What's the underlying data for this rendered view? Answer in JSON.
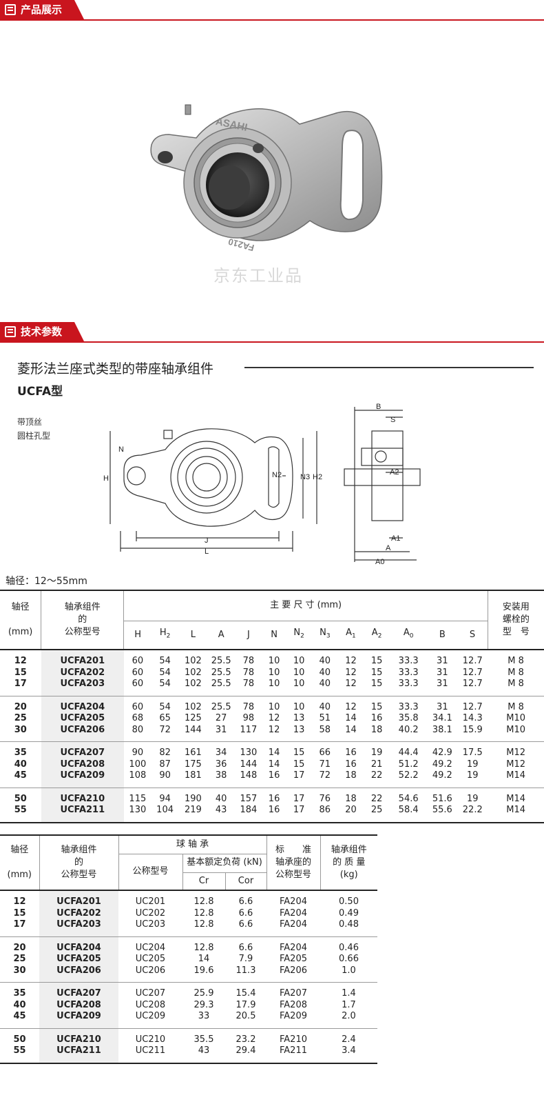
{
  "sections": {
    "product": "产品展示",
    "tech": "技术参数"
  },
  "watermark": "京东工业品",
  "title": "菱形法兰座式类型的带座轴承组件",
  "subtitle": "UCFA型",
  "notes": [
    "带顶丝",
    "圆柱孔型"
  ],
  "photo_text": {
    "brand": "ASAHI",
    "model": "FA210"
  },
  "drawing_labels": {
    "N": "N",
    "H": "H",
    "N2": "N2",
    "N3": "N3",
    "H2": "H2",
    "J": "J",
    "L": "L",
    "B": "B",
    "S": "S",
    "A2": "A2",
    "A1": "A1",
    "A": "A",
    "A0": "A0"
  },
  "shaft_range": "轴径：12～55mm",
  "table1": {
    "h_shaft": [
      "轴径",
      "(mm)"
    ],
    "h_model": [
      "轴承组件",
      "的",
      "公称型号"
    ],
    "h_dims": "主 要 尺 寸 (mm)",
    "h_bolt": [
      "安装用",
      "螺栓的",
      "型　号"
    ],
    "cols": [
      "H",
      "H2",
      "L",
      "A",
      "J",
      "N",
      "N2",
      "N3",
      "A1",
      "A2",
      "A0",
      "B",
      "S"
    ],
    "groups": [
      {
        "shaft": [
          "12",
          "15",
          "17"
        ],
        "model": [
          "UCFA201",
          "UCFA202",
          "UCFA203"
        ],
        "rows": [
          [
            "60",
            "54",
            "102",
            "25.5",
            "78",
            "10",
            "10",
            "40",
            "12",
            "15",
            "33.3",
            "31",
            "12.7",
            "M 8"
          ],
          [
            "60",
            "54",
            "102",
            "25.5",
            "78",
            "10",
            "10",
            "40",
            "12",
            "15",
            "33.3",
            "31",
            "12.7",
            "M 8"
          ],
          [
            "60",
            "54",
            "102",
            "25.5",
            "78",
            "10",
            "10",
            "40",
            "12",
            "15",
            "33.3",
            "31",
            "12.7",
            "M 8"
          ]
        ]
      },
      {
        "shaft": [
          "20",
          "25",
          "30"
        ],
        "model": [
          "UCFA204",
          "UCFA205",
          "UCFA206"
        ],
        "rows": [
          [
            "60",
            "54",
            "102",
            "25.5",
            "78",
            "10",
            "10",
            "40",
            "12",
            "15",
            "33.3",
            "31",
            "12.7",
            "M 8"
          ],
          [
            "68",
            "65",
            "125",
            "27",
            "98",
            "12",
            "13",
            "51",
            "14",
            "16",
            "35.8",
            "34.1",
            "14.3",
            "M10"
          ],
          [
            "80",
            "72",
            "144",
            "31",
            "117",
            "12",
            "13",
            "58",
            "14",
            "18",
            "40.2",
            "38.1",
            "15.9",
            "M10"
          ]
        ]
      },
      {
        "shaft": [
          "35",
          "40",
          "45"
        ],
        "model": [
          "UCFA207",
          "UCFA208",
          "UCFA209"
        ],
        "rows": [
          [
            "90",
            "82",
            "161",
            "34",
            "130",
            "14",
            "15",
            "66",
            "16",
            "19",
            "44.4",
            "42.9",
            "17.5",
            "M12"
          ],
          [
            "100",
            "87",
            "175",
            "36",
            "144",
            "14",
            "15",
            "71",
            "16",
            "21",
            "51.2",
            "49.2",
            "19",
            "M12"
          ],
          [
            "108",
            "90",
            "181",
            "38",
            "148",
            "16",
            "17",
            "72",
            "18",
            "22",
            "52.2",
            "49.2",
            "19",
            "M14"
          ]
        ]
      },
      {
        "shaft": [
          "50",
          "55"
        ],
        "model": [
          "UCFA210",
          "UCFA211"
        ],
        "rows": [
          [
            "115",
            "94",
            "190",
            "40",
            "157",
            "16",
            "17",
            "76",
            "18",
            "22",
            "54.6",
            "51.6",
            "19",
            "M14"
          ],
          [
            "130",
            "104",
            "219",
            "43",
            "184",
            "16",
            "17",
            "86",
            "20",
            "25",
            "58.4",
            "55.6",
            "22.2",
            "M14"
          ]
        ]
      }
    ]
  },
  "table2": {
    "h_shaft": [
      "轴径",
      "(mm)"
    ],
    "h_model": [
      "轴承组件",
      "的",
      "公称型号"
    ],
    "h_ball": "球 轴 承",
    "h_bm": "公称型号",
    "h_load": "基本额定负荷 (kN)",
    "h_cr": "Cr",
    "h_cor": "Cor",
    "h_std": [
      "标　　准",
      "轴承座的",
      "公称型号"
    ],
    "h_mass": [
      "轴承组件",
      "的 质 量",
      "(kg)"
    ],
    "groups": [
      {
        "shaft": [
          "12",
          "15",
          "17"
        ],
        "model": [
          "UCFA201",
          "UCFA202",
          "UCFA203"
        ],
        "rows": [
          [
            "UC201",
            "12.8",
            "6.6",
            "FA204",
            "0.50"
          ],
          [
            "UC202",
            "12.8",
            "6.6",
            "FA204",
            "0.49"
          ],
          [
            "UC203",
            "12.8",
            "6.6",
            "FA204",
            "0.48"
          ]
        ]
      },
      {
        "shaft": [
          "20",
          "25",
          "30"
        ],
        "model": [
          "UCFA204",
          "UCFA205",
          "UCFA206"
        ],
        "rows": [
          [
            "UC204",
            "12.8",
            "6.6",
            "FA204",
            "0.46"
          ],
          [
            "UC205",
            "14",
            "7.9",
            "FA205",
            "0.66"
          ],
          [
            "UC206",
            "19.6",
            "11.3",
            "FA206",
            "1.0"
          ]
        ]
      },
      {
        "shaft": [
          "35",
          "40",
          "45"
        ],
        "model": [
          "UCFA207",
          "UCFA208",
          "UCFA209"
        ],
        "rows": [
          [
            "UC207",
            "25.9",
            "15.4",
            "FA207",
            "1.4"
          ],
          [
            "UC208",
            "29.3",
            "17.9",
            "FA208",
            "1.7"
          ],
          [
            "UC209",
            "33",
            "20.5",
            "FA209",
            "2.0"
          ]
        ]
      },
      {
        "shaft": [
          "50",
          "55"
        ],
        "model": [
          "UCFA210",
          "UCFA211"
        ],
        "rows": [
          [
            "UC210",
            "35.5",
            "23.2",
            "FA210",
            "2.4"
          ],
          [
            "UC211",
            "43",
            "29.4",
            "FA211",
            "3.4"
          ]
        ]
      }
    ]
  }
}
